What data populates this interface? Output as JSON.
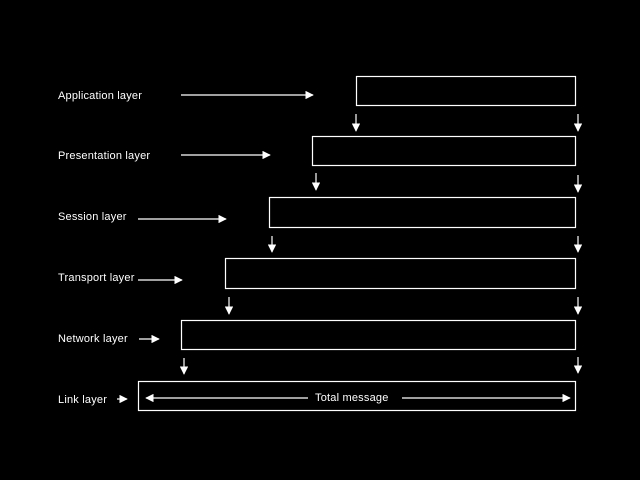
{
  "diagram": {
    "background": "#000000",
    "foreground": "#ffffff",
    "layers": [
      {
        "id": "application",
        "label": "Application layer"
      },
      {
        "id": "presentation",
        "label": "Presentation layer"
      },
      {
        "id": "session",
        "label": "Session layer"
      },
      {
        "id": "transport",
        "label": "Transport layer"
      },
      {
        "id": "network",
        "label": "Network layer"
      },
      {
        "id": "link",
        "label": "Link layer"
      }
    ],
    "total_message_label": "Total message"
  }
}
